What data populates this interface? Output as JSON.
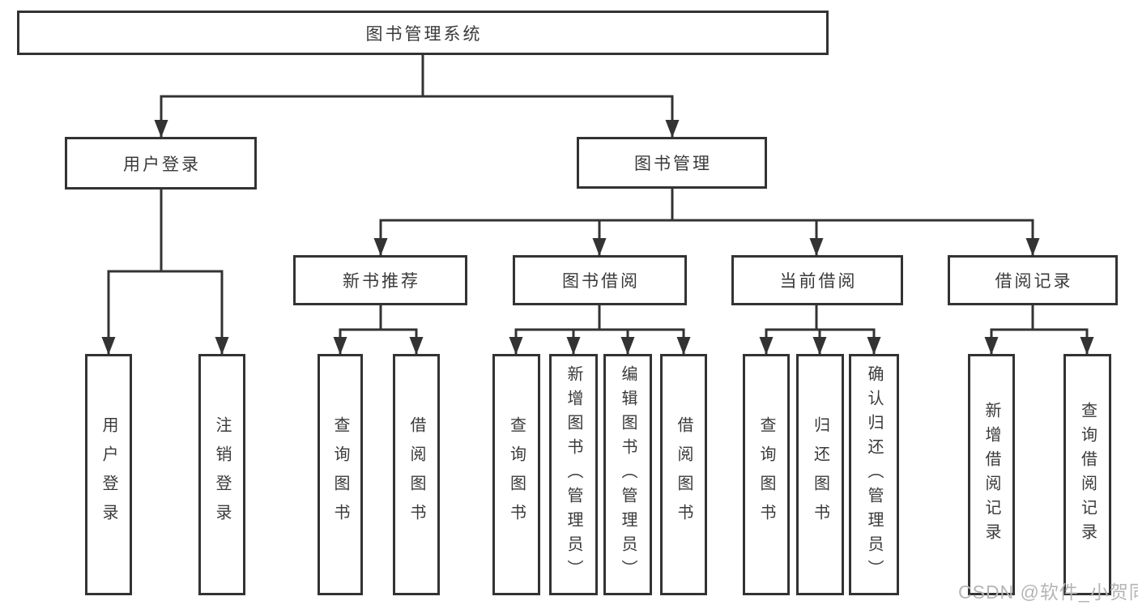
{
  "diagram": {
    "root": {
      "label": "图书管理系统"
    },
    "level2": {
      "user_login": {
        "label": "用户登录"
      },
      "book_management": {
        "label": "图书管理"
      }
    },
    "level3": {
      "new_book_rec": {
        "label": "新书推荐"
      },
      "book_borrowing": {
        "label": "图书借阅"
      },
      "current_borrowing": {
        "label": "当前借阅"
      },
      "borrowing_records": {
        "label": "借阅记录"
      }
    },
    "leaves": {
      "user_login": [
        "用户登录",
        "注销登录"
      ],
      "new_book_rec": [
        "查询图书",
        "借阅图书"
      ],
      "book_borrowing": [
        "查询图书",
        "新增图书（管理员）",
        "编辑图书（管理员）",
        "借阅图书"
      ],
      "current_borrowing": [
        "查询图书",
        "归还图书",
        "确认归还（管理员）"
      ],
      "borrowing_records": [
        "新增借阅记录",
        "查询借阅记录"
      ]
    }
  },
  "watermark": {
    "text": "CSDN @软件_小贺同学"
  },
  "colors": {
    "line": "#333333",
    "box_border": "#333333",
    "text": "#3a3a3a",
    "background": "#ffffff",
    "watermark": "#b5b5b5"
  }
}
